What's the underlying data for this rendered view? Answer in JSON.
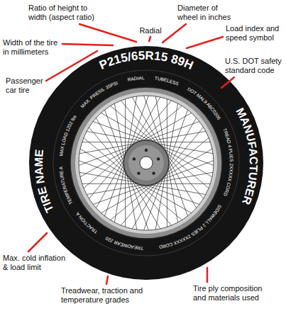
{
  "diagram": {
    "labels": [
      "Ratio of height to width (aspect ratio)",
      "Radial",
      "Diameter of wheel in inches",
      "Width of the tire in millimeters",
      "Load index and speed symbol",
      "Passenger car tire",
      "P215/65R15 89H",
      "U.S. DOT safety standard code",
      "TIRE NAME",
      "MANUFACTURER",
      "TREADWEAR 220",
      "TRACTION A",
      "TEMPERATURE A",
      "MAX LOAD 1202 lbs",
      "MAX. PRESS. 35PSI",
      "RADIAL",
      "TUBELESS",
      "DOT MAL9 ABC0206",
      "TREAD 4 PLIES 2XXXXX CORD",
      "SIDEWALL 2 PLIES 2XXXXX CORD",
      "Max. cold inflation & load limit",
      "Treadwear, traction and temperature grades",
      "Tire ply composition and materials used"
    ]
  }
}
